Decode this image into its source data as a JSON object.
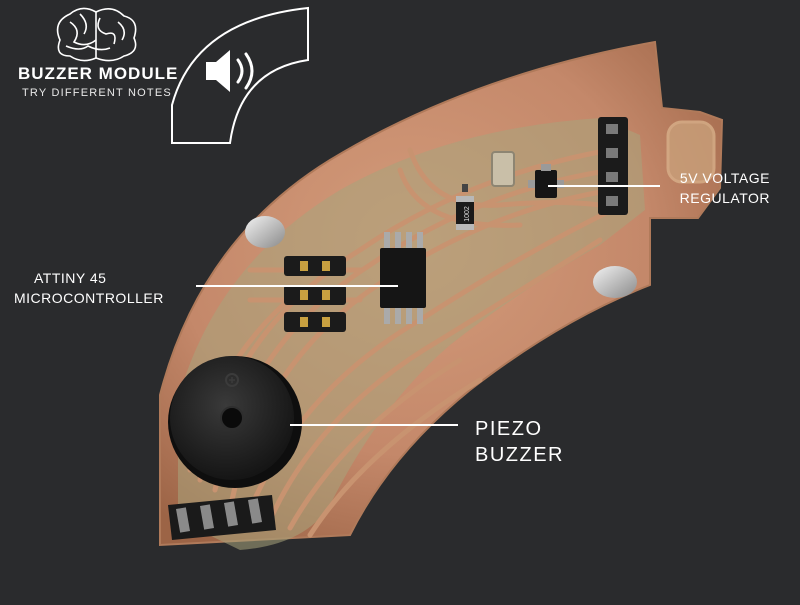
{
  "brand": {
    "title": "BUZZER MODULE",
    "subtitle": "TRY DIFFERENT NOTES",
    "logo_icon": "brain-icon",
    "mode_icon": "speaker-icon"
  },
  "pcb": {
    "chip_marking": "1002"
  },
  "labels": {
    "microcontroller_line1": "ATTINY 45",
    "microcontroller_line2": "MICROCONTROLLER",
    "regulator_line1": "5V VOLTAGE",
    "regulator_line2": "REGULATOR",
    "buzzer_line1": "PIEZO",
    "buzzer_line2": "BUZZER"
  },
  "colors": {
    "background": "#2a2b2d",
    "copper": "#c98f6e",
    "copper_dark": "#a8704f",
    "solder_mask": "#a9a57a",
    "text": "#ffffff"
  }
}
